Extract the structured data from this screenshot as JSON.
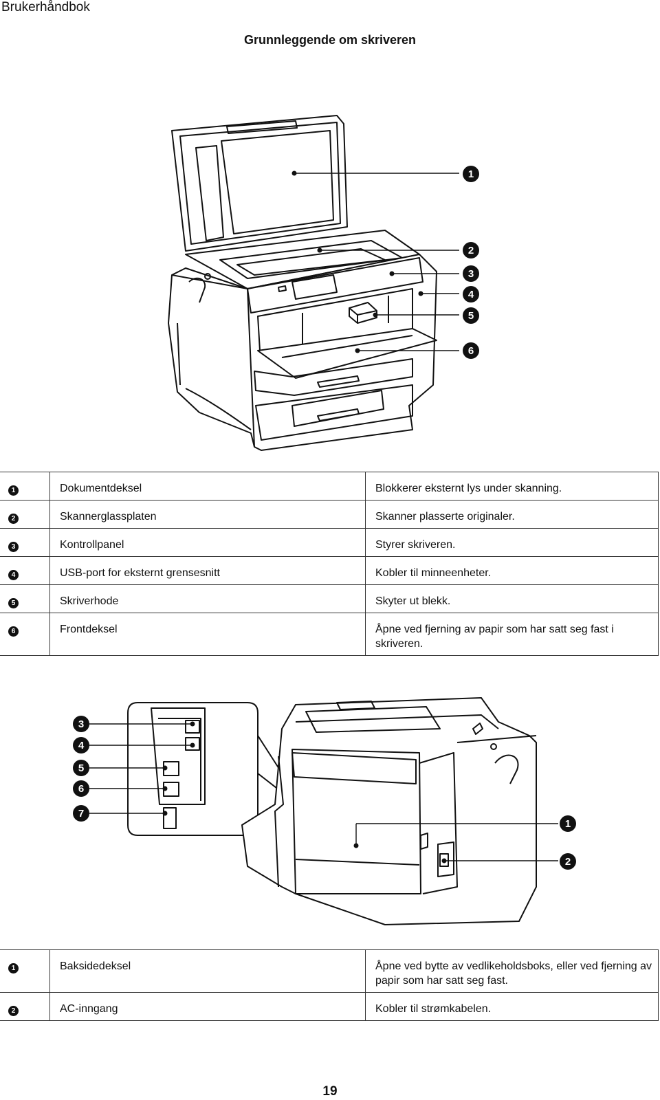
{
  "header": {
    "running_title": "Brukerhåndbok"
  },
  "section_title": "Grunnleggende om skriveren",
  "front_figure": {
    "callouts": [
      "1",
      "2",
      "3",
      "4",
      "5",
      "6"
    ]
  },
  "front_table": {
    "rows": [
      {
        "num": "1",
        "name": "Dokumentdeksel",
        "desc": "Blokkerer eksternt lys under skanning."
      },
      {
        "num": "2",
        "name": "Skannerglassplaten",
        "desc": "Skanner plasserte originaler."
      },
      {
        "num": "3",
        "name": "Kontrollpanel",
        "desc": "Styrer skriveren."
      },
      {
        "num": "4",
        "name": "USB-port for eksternt grensesnitt",
        "desc": "Kobler til minneenheter."
      },
      {
        "num": "5",
        "name": "Skriverhode",
        "desc": "Skyter ut blekk."
      },
      {
        "num": "6",
        "name": "Frontdeksel",
        "desc": "Åpne ved fjerning av papir som har satt seg fast i skriveren."
      }
    ]
  },
  "rear_figure": {
    "callouts_left": [
      "3",
      "4",
      "5",
      "6",
      "7"
    ],
    "callouts_right": [
      "1",
      "2"
    ]
  },
  "rear_table": {
    "rows": [
      {
        "num": "1",
        "name": "Baksidedeksel",
        "desc": "Åpne ved bytte av vedlikeholdsboks, eller ved fjerning av papir som har satt seg fast."
      },
      {
        "num": "2",
        "name": "AC-inngang",
        "desc": "Kobler til strømkabelen."
      }
    ]
  },
  "footer": {
    "page_number": "19"
  }
}
